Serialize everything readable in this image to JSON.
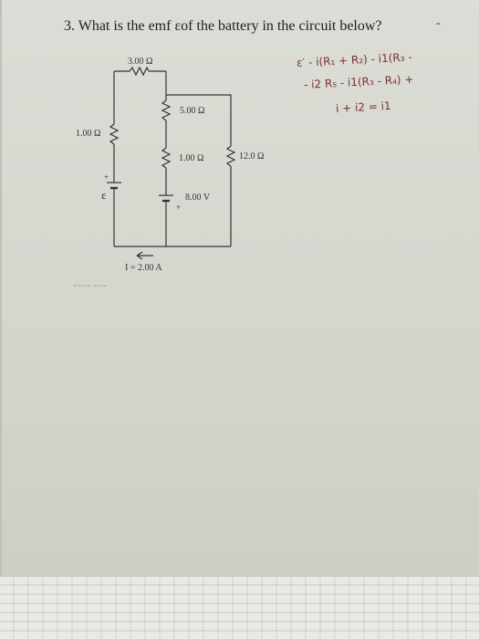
{
  "question": "3. What is the emf εof the battery in the circuit below?",
  "corner_mark": "-",
  "circuit": {
    "r_top": "3.00 Ω",
    "r_left": "1.00 Ω",
    "r_mid_upper": "5.00 Ω",
    "r_mid_lower": "1.00 Ω",
    "r_right": "12.0 Ω",
    "battery_right": "8.00 V",
    "battery_left_symbol": "ε",
    "plus_left": "+",
    "plus_right": "+",
    "current": "I = 2.00 A"
  },
  "handwriting": {
    "line1": "ε′ - i(R₁ + R₂) - i1(R₃ -",
    "line2": "- i2 R₅ - i1(R₃ - R₄) +",
    "line3": "i + i2 = i1"
  },
  "scribble": "~~~~ ~~~"
}
